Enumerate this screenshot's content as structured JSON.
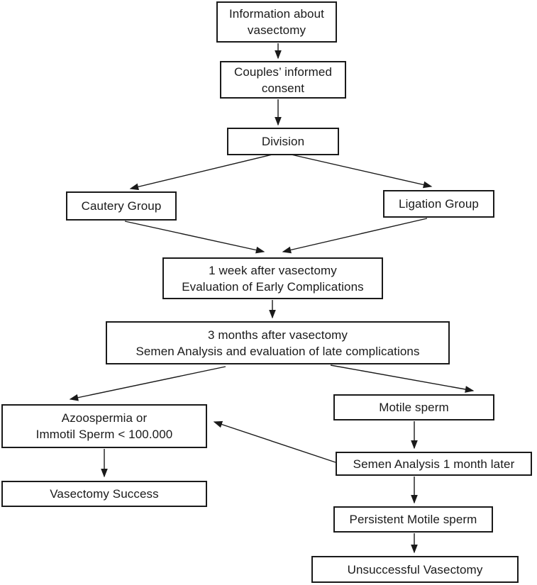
{
  "colors": {
    "background": "#ffffff",
    "box_border": "#1a1a1a",
    "text": "#1a1a1a",
    "arrow": "#1a1a1a"
  },
  "nodes": {
    "info": {
      "lines": [
        "Information about",
        "vasectomy"
      ]
    },
    "consent": {
      "lines": [
        "Couples’ informed",
        "consent"
      ]
    },
    "division": {
      "lines": [
        "Division"
      ]
    },
    "cautery": {
      "lines": [
        "Cautery Group"
      ]
    },
    "ligation": {
      "lines": [
        "Ligation Group"
      ]
    },
    "week1": {
      "lines": [
        "1 week after vasectomy",
        "Evaluation of Early Complications"
      ]
    },
    "months3": {
      "lines": [
        "3 months after vasectomy",
        "Semen Analysis and evaluation of late complications"
      ]
    },
    "azoospermia": {
      "lines": [
        "Azoospermia or",
        "Immotil Sperm < 100.000"
      ]
    },
    "motile": {
      "lines": [
        "Motile sperm"
      ]
    },
    "semen_1mo": {
      "lines": [
        "Semen Analysis 1 month later"
      ]
    },
    "success": {
      "lines": [
        "Vasectomy Success"
      ]
    },
    "persistent": {
      "lines": [
        "Persistent Motile sperm"
      ]
    },
    "unsuccessful": {
      "lines": [
        "Unsuccessful Vasectomy"
      ]
    }
  },
  "edges": [
    {
      "from": "info",
      "to": "consent"
    },
    {
      "from": "consent",
      "to": "division"
    },
    {
      "from": "division",
      "to": "cautery"
    },
    {
      "from": "division",
      "to": "ligation"
    },
    {
      "from": "cautery",
      "to": "week1"
    },
    {
      "from": "ligation",
      "to": "week1"
    },
    {
      "from": "week1",
      "to": "months3"
    },
    {
      "from": "months3",
      "to": "azoospermia"
    },
    {
      "from": "months3",
      "to": "motile"
    },
    {
      "from": "motile",
      "to": "semen_1mo"
    },
    {
      "from": "semen_1mo",
      "to": "azoospermia"
    },
    {
      "from": "azoospermia",
      "to": "success"
    },
    {
      "from": "semen_1mo",
      "to": "persistent"
    },
    {
      "from": "persistent",
      "to": "unsuccessful"
    }
  ]
}
